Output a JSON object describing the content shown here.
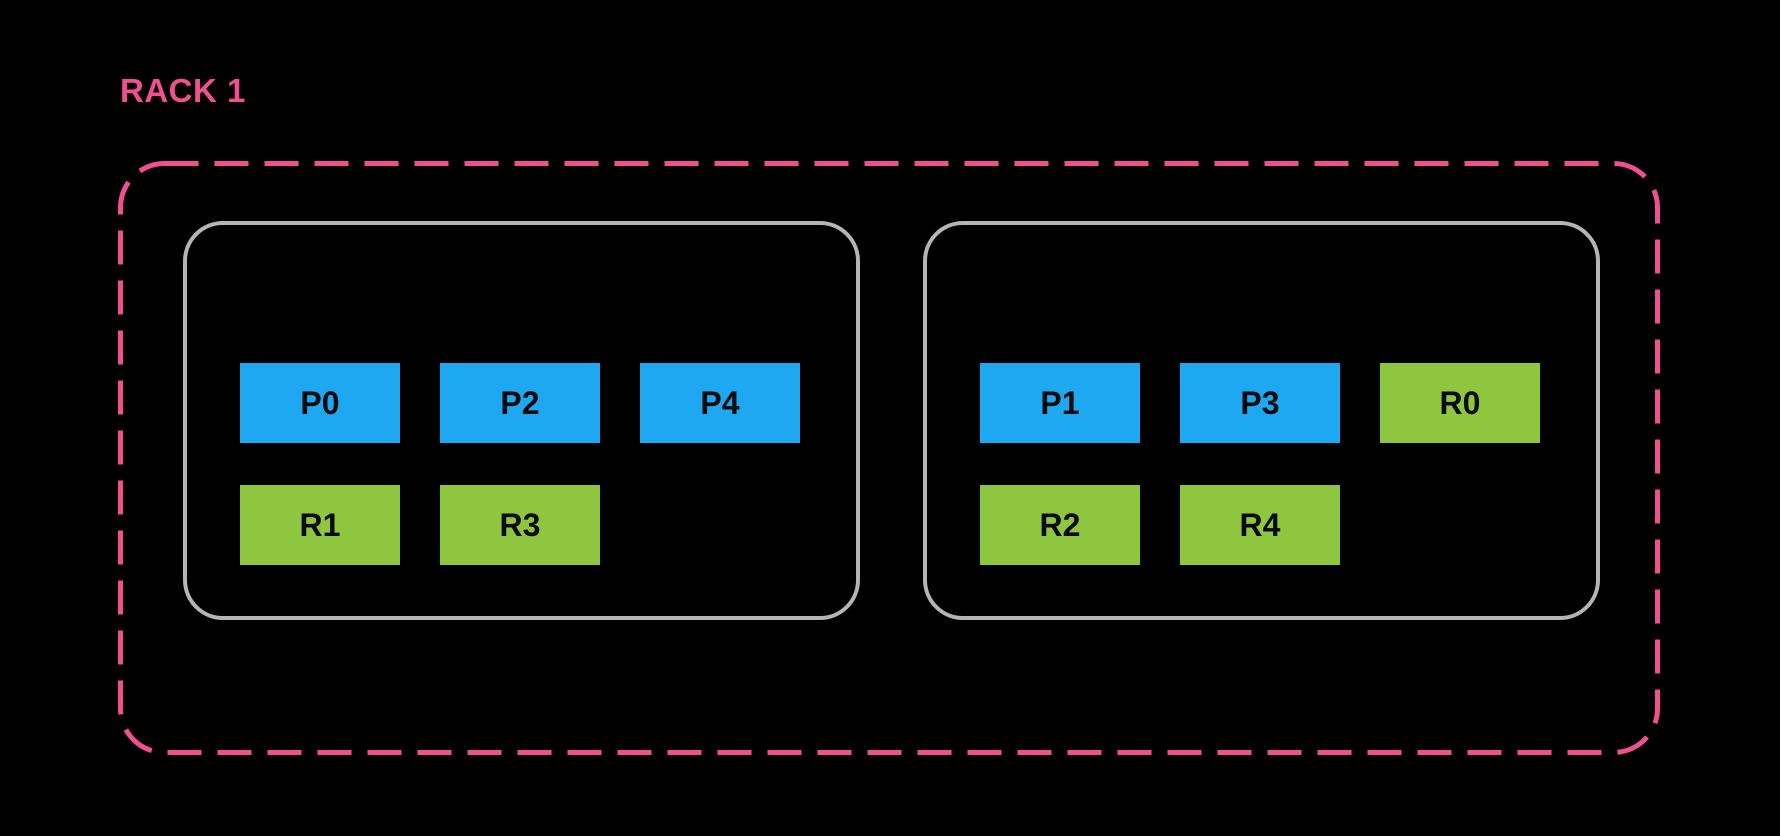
{
  "colors": {
    "background": "#000000",
    "rack_accent": "#f0508f",
    "node_border": "#b5b5b5",
    "primary_chip": "#1fa8f2",
    "replica_chip": "#8fc63f",
    "chip_text": "#0a0a0a"
  },
  "rack": {
    "title": "RACK 1",
    "nodes": [
      {
        "chips": [
          {
            "label": "P0",
            "kind": "primary"
          },
          {
            "label": "P2",
            "kind": "primary"
          },
          {
            "label": "P4",
            "kind": "primary"
          },
          {
            "label": "R1",
            "kind": "replica"
          },
          {
            "label": "R3",
            "kind": "replica"
          }
        ]
      },
      {
        "chips": [
          {
            "label": "P1",
            "kind": "primary"
          },
          {
            "label": "P3",
            "kind": "primary"
          },
          {
            "label": "R0",
            "kind": "replica"
          },
          {
            "label": "R2",
            "kind": "replica"
          },
          {
            "label": "R4",
            "kind": "replica"
          }
        ]
      }
    ]
  }
}
